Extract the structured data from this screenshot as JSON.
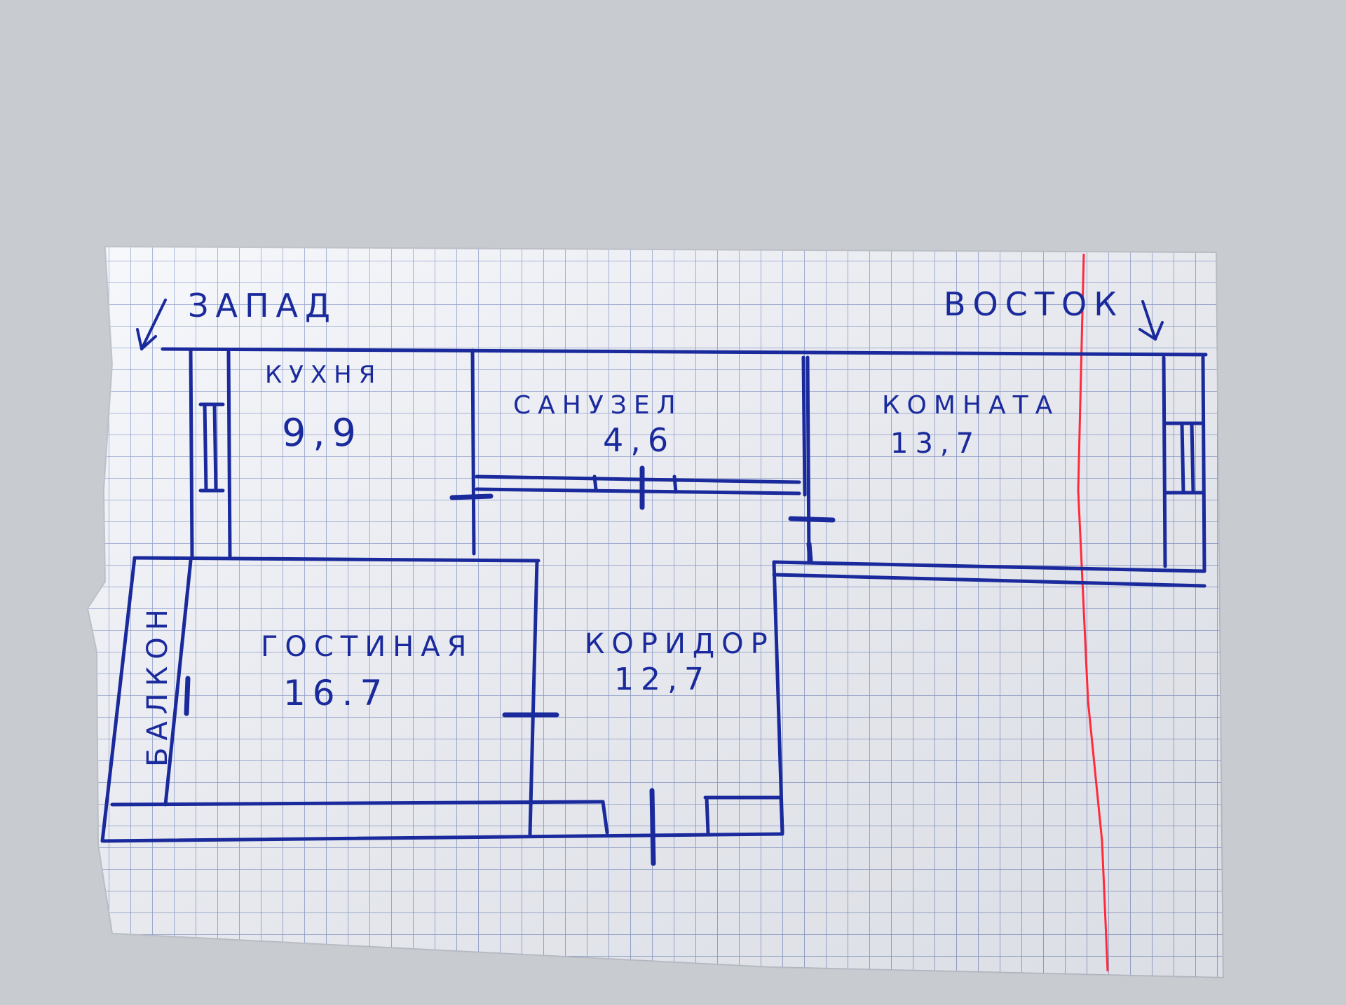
{
  "directions": {
    "west": "ЗАПАД",
    "east": "ВОСТОК"
  },
  "rooms": [
    {
      "id": "kitchen",
      "name": "КУХНЯ",
      "area": "9,9"
    },
    {
      "id": "bathroom",
      "name": "САНУЗЕЛ",
      "area": "4,6"
    },
    {
      "id": "room",
      "name": "КОМНАТА",
      "area": "13,7"
    },
    {
      "id": "living",
      "name": "ГОСТИНАЯ",
      "area": "16.7"
    },
    {
      "id": "corridor",
      "name": "КОРИДОР",
      "area": "12,7"
    },
    {
      "id": "balcony",
      "name": "БАЛКОН"
    }
  ],
  "colors": {
    "ink": "#1a2a9c",
    "grid": "#7d8fc4",
    "margin_line": "#ff2a3c",
    "paper": "#f4f6fb",
    "background": "#c9ccd0"
  }
}
